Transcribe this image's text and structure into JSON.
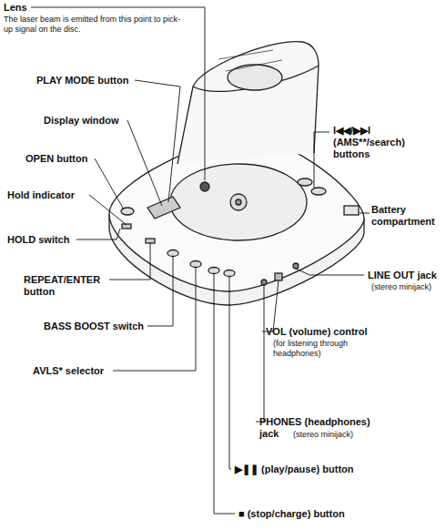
{
  "diagram": {
    "labels": [
      "Lens",
      "The laser beam is emitted from this point to pick-up signal on the disc.",
      "PLAY MODE button",
      "Display window",
      "OPEN button",
      "Hold indicator",
      "HOLD switch",
      "REPEAT/ENTER button",
      "BASS BOOST switch",
      "AVLS* selector",
      "I◀◀/▶▶I (AMS**/search) buttons",
      "Battery compartment",
      "LINE OUT jack",
      "(stereo minijack)",
      "VOL (volume) control",
      "(for listening through headphones)",
      "PHONES (headphones) jack",
      "(stereo minijack)",
      "▶❚❚ (play/pause) button",
      "■ (stop/charge) button"
    ]
  }
}
